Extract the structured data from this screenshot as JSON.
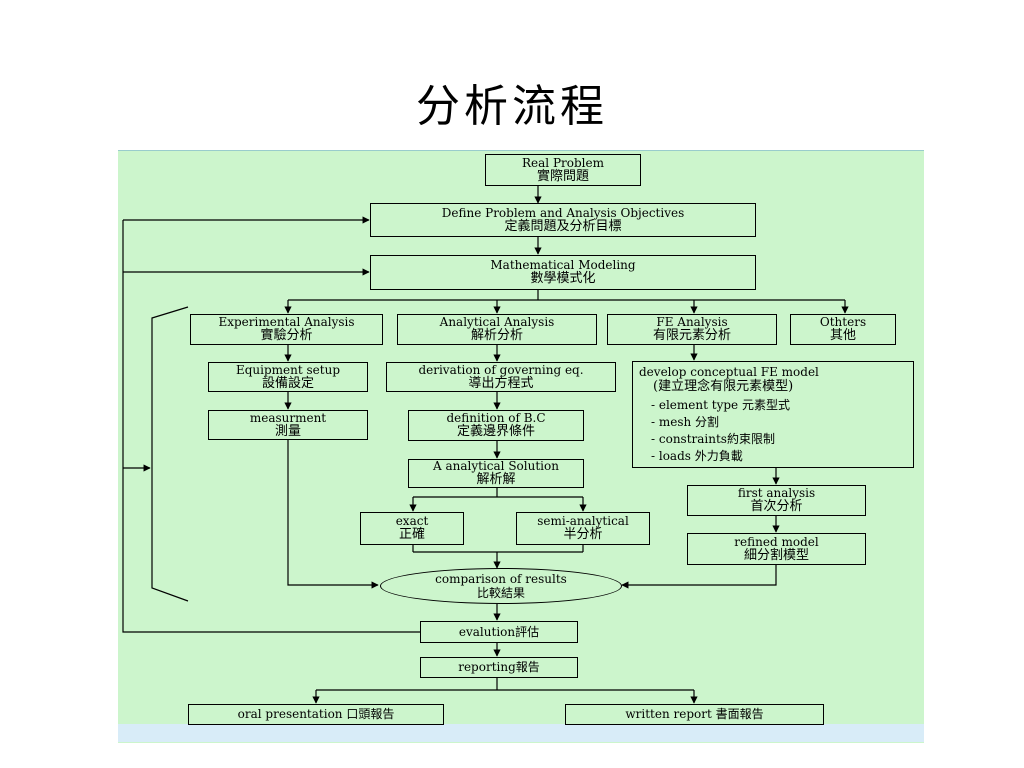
{
  "title": "分析流程",
  "nodes": {
    "real_problem": {
      "en": "Real Problem",
      "zh": "實際問題"
    },
    "define": {
      "en": "Define Problem and Analysis Objectives",
      "zh": "定義問題及分析目標"
    },
    "math": {
      "en": "Mathematical Modeling",
      "zh": "數學模式化"
    },
    "experimental": {
      "en": "Experimental Analysis",
      "zh": "實驗分析"
    },
    "analytical": {
      "en": "Analytical Analysis",
      "zh": "解析分析"
    },
    "fe": {
      "en": "FE Analysis",
      "zh": "有限元素分析"
    },
    "others": {
      "en": "Othters",
      "zh": "其他"
    },
    "equipment": {
      "en": "Equipment setup",
      "zh": "設備設定"
    },
    "measurment": {
      "en": "measurment",
      "zh": "測量"
    },
    "derivation": {
      "en": "derivation of governing eq.",
      "zh": "導出方程式"
    },
    "definition_bc": {
      "en": "definition of B.C",
      "zh": "定義邊界條件"
    },
    "analytical_solution": {
      "en": "A analytical Solution",
      "zh": "解析解"
    },
    "exact": {
      "en": "exact",
      "zh": "正確"
    },
    "semi": {
      "en": "semi-analytical",
      "zh": "半分析"
    },
    "conceptual": {
      "line1": "develop conceptual FE model",
      "line2": "(建立理念有限元素模型)",
      "items": [
        "- element type 元素型式",
        "- mesh 分割",
        "- constraints約束限制",
        "- loads 外力負載"
      ]
    },
    "first_analysis": {
      "en": "first analysis",
      "zh": "首次分析"
    },
    "refined": {
      "en": "refined model",
      "zh": "細分割模型"
    },
    "comparison": {
      "en": "comparison of results",
      "zh": "比較結果"
    },
    "evaluation": {
      "label": "evalution評估"
    },
    "reporting": {
      "label": "reporting報告"
    },
    "oral": {
      "label": "oral presentation 口頭報告"
    },
    "written": {
      "label": "written report 書面報告"
    }
  }
}
